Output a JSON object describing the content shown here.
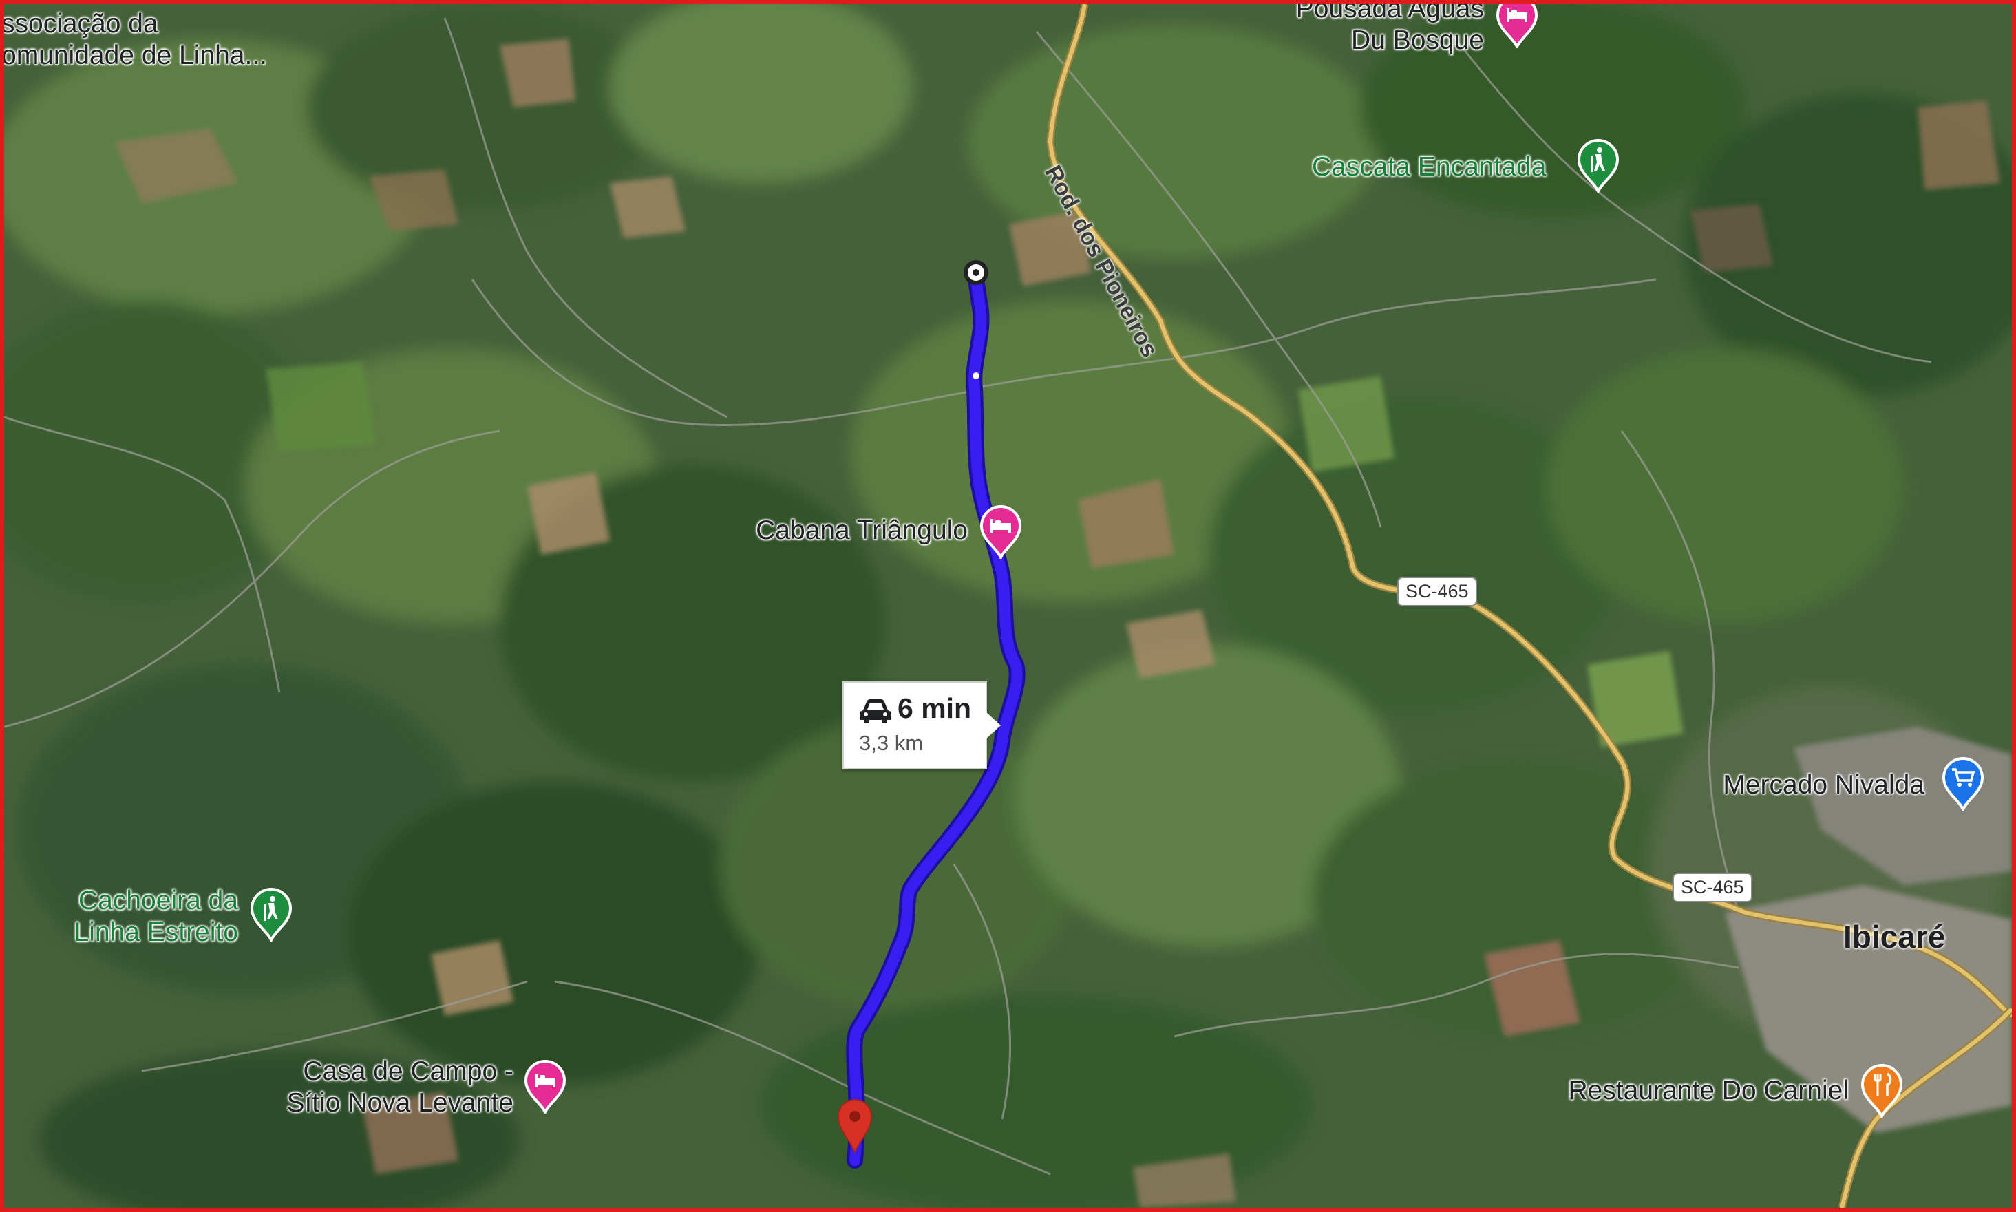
{
  "map": {
    "places": [
      {
        "id": "associacao",
        "lines": [
          "ssociação da",
          "omunidade de Linha..."
        ],
        "category": "none"
      },
      {
        "id": "pousada",
        "lines": [
          "Pousada Aguas",
          "Du Bosque"
        ],
        "category": "lodging"
      },
      {
        "id": "cascata",
        "lines": [
          "Cascata Encantada"
        ],
        "category": "park"
      },
      {
        "id": "cabana",
        "lines": [
          "Cabana Triângulo"
        ],
        "category": "lodging"
      },
      {
        "id": "mercado",
        "lines": [
          "Mercado Nivalda"
        ],
        "category": "shopping"
      },
      {
        "id": "cachoeira",
        "lines": [
          "Cachoeira da",
          "Linha Estreito"
        ],
        "category": "park"
      },
      {
        "id": "casa",
        "lines": [
          "Casa de Campo -",
          "Sítio Nova Levante"
        ],
        "category": "lodging"
      },
      {
        "id": "restaurante",
        "lines": [
          "Restaurante Do Carniel"
        ],
        "category": "restaurant"
      }
    ],
    "town": "Ibicaré",
    "road_shields": [
      "SC-465",
      "SC-465"
    ],
    "road_name": "Rod. dos Pioneiros",
    "route": {
      "mode_icon": "car-icon",
      "duration": "6 min",
      "distance": "3,3 km"
    },
    "colors": {
      "route": "#3a1df2",
      "route_outline": "#1d0fa0",
      "lodging": "#e62c94",
      "park": "#1e8e3e",
      "shopping": "#1a73e8",
      "restaurant": "#ef7c1a",
      "destination": "#d93025",
      "highway": "#e2c36b",
      "frame": "#e01b1b"
    },
    "icons": {
      "lodging": "bed-icon",
      "park": "hiking-icon",
      "shopping": "shopping-cart-icon",
      "restaurant": "fork-knife-icon",
      "origin": "origin-dot-icon",
      "destination": "destination-pin-icon"
    }
  }
}
